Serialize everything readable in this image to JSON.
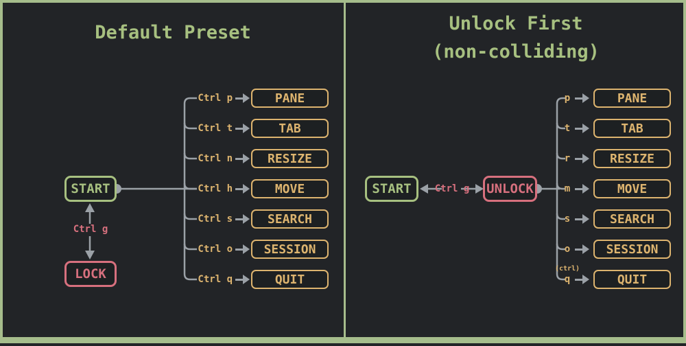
{
  "colors": {
    "bg": "#222427",
    "frame": "#a6bd8c",
    "green": "#a7c080",
    "pink": "#d7707e",
    "tan": "#ddb46f",
    "gray": "#9ba1a7"
  },
  "panels": [
    {
      "title_line1": "Default Preset",
      "title_line2": "",
      "start_label": "START",
      "lock_label": "LOCK",
      "toggle_key": "Ctrl g",
      "rows": [
        {
          "key": "Ctrl p",
          "target": "PANE"
        },
        {
          "key": "Ctrl t",
          "target": "TAB"
        },
        {
          "key": "Ctrl n",
          "target": "RESIZE"
        },
        {
          "key": "Ctrl h",
          "target": "MOVE"
        },
        {
          "key": "Ctrl s",
          "target": "SEARCH"
        },
        {
          "key": "Ctrl o",
          "target": "SESSION"
        },
        {
          "key": "Ctrl q",
          "target": "QUIT"
        }
      ]
    },
    {
      "title_line1": "Unlock First",
      "title_line2": "(non-colliding)",
      "start_label": "START",
      "lock_label": "UNLOCK",
      "toggle_key": "Ctrl g",
      "rows": [
        {
          "key": "p",
          "target": "PANE"
        },
        {
          "key": "t",
          "target": "TAB"
        },
        {
          "key": "r",
          "target": "RESIZE"
        },
        {
          "key": "m",
          "target": "MOVE"
        },
        {
          "key": "s",
          "target": "SEARCH"
        },
        {
          "key": "o",
          "target": "SESSION"
        },
        {
          "key": "q",
          "key_note": "(ctrl)",
          "target": "QUIT"
        }
      ]
    }
  ]
}
